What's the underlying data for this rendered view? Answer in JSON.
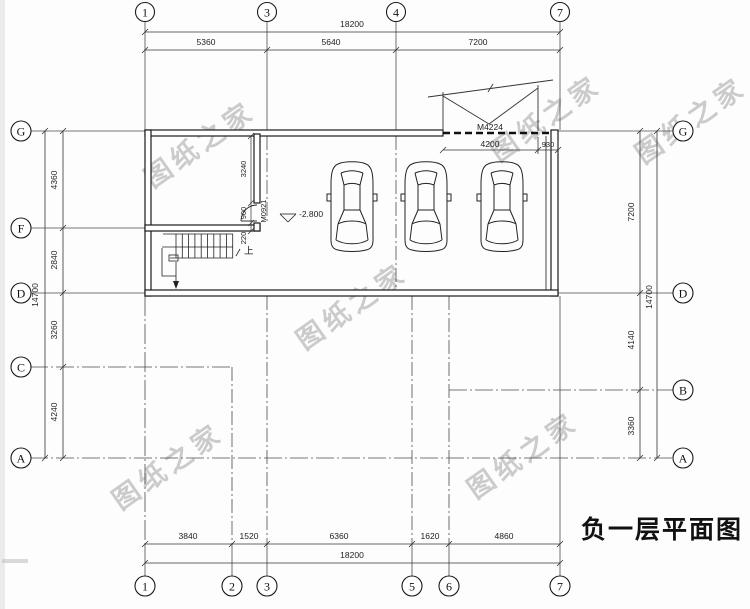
{
  "title": {
    "text": "负一层平面图"
  },
  "watermark": {
    "text": "图纸之家"
  },
  "grid": {
    "top": [
      "1",
      "3",
      "4",
      "7"
    ],
    "bottom": [
      "1",
      "2",
      "3",
      "5",
      "6",
      "7"
    ],
    "left": [
      "G",
      "F",
      "D",
      "C",
      "A"
    ],
    "right": [
      "G",
      "D",
      "B",
      "A"
    ]
  },
  "dims": {
    "top": {
      "total": "18200",
      "segments": [
        "5360",
        "5640",
        "7200"
      ]
    },
    "bottom": {
      "total": "18200",
      "segments": [
        "3840",
        "1520",
        "6360",
        "1620",
        "4860"
      ]
    },
    "left": {
      "total": "14700",
      "segments": [
        "4360",
        "2840",
        "3260",
        "4240"
      ]
    },
    "right": {
      "total": "14700",
      "segments": [
        "7200",
        "4140",
        "3360"
      ]
    },
    "garage_door": {
      "width": "4200",
      "side": "930"
    },
    "interior": {
      "wall_segment": "3240",
      "door_width": "900",
      "jamb": "220"
    }
  },
  "labels": {
    "garage_door_tag": "M4224",
    "interior_door_tag": "M0921",
    "elevation": "-2.800",
    "stair_direction": "上"
  }
}
